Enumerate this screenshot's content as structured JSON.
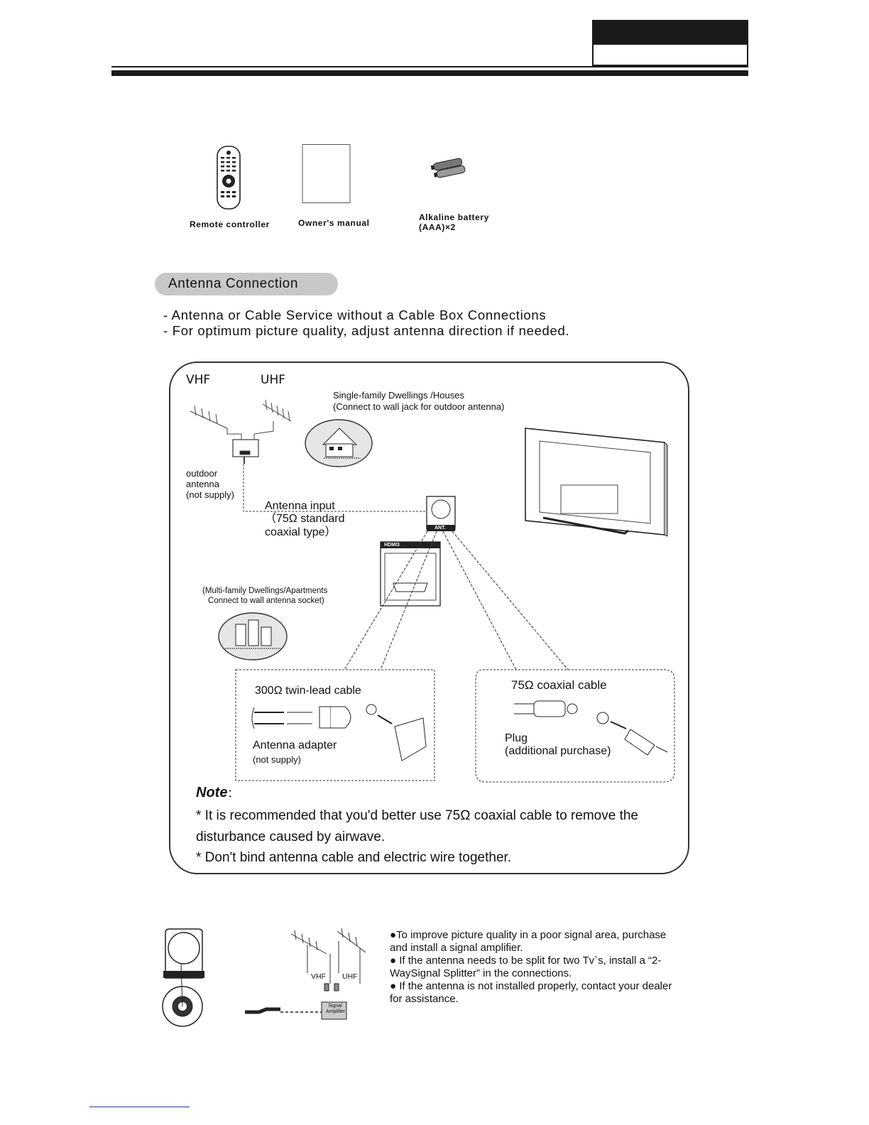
{
  "accessories": {
    "remote": "Remote controller",
    "manual": "Owner's manual",
    "battery_line1": "Alkaline battery",
    "battery_line2": "(AAA)×2"
  },
  "section": {
    "pill_title": "Antenna Connection",
    "intro_lines": [
      "- Antenna or Cable Service without a Cable Box Connections",
      "- For optimum picture quality, adjust antenna direction if needed."
    ]
  },
  "diagram": {
    "vhf": "VHF",
    "uhf": "UHF",
    "single_family_line1": "Single-family Dwellings /Houses",
    "single_family_line2": "(Connect to wall jack for outdoor antenna)",
    "outdoor_antenna": [
      "outdoor",
      "antenna",
      "(not supply)"
    ],
    "antenna_input": [
      "Antenna input",
      "（75Ω standard",
      "coaxial type）"
    ],
    "ant_label": "ANT.",
    "hdmi_label": "HDMI3",
    "multi_family_line1": "(Multi-family Dwellings/Apartments",
    "multi_family_line2": "Connect to wall antenna socket)",
    "twin_lead": "300Ω twin-lead cable",
    "adapter": "Antenna adapter",
    "adapter_note": "(not supply)",
    "coax_title": "75Ω coaxial cable",
    "plug": "Plug",
    "plug_note": "(additional purchase)"
  },
  "note": {
    "heading": "Note",
    "colon": "：",
    "line1": "* It is recommended that you'd better use 75Ω coaxial cable to remove  the",
    "line2": "disturbance caused by airwave.",
    "line3": "* Don't bind antenna cable and electric wire together."
  },
  "amplifier": {
    "vhf": "VHF",
    "uhf": "UHF",
    "box_line1": "Signal",
    "box_line2": "Amplifier",
    "bullets": [
      "●To improve picture quality in a poor signal area, purchase",
      "and install a signal amplifier.",
      "● If the antenna needs to be split for two Tv`s, install a  “2-",
      "WaySignal Splitter”  in the connections.",
      "● If the antenna is not installed properly, contact your dealer",
      "for assistance."
    ]
  }
}
